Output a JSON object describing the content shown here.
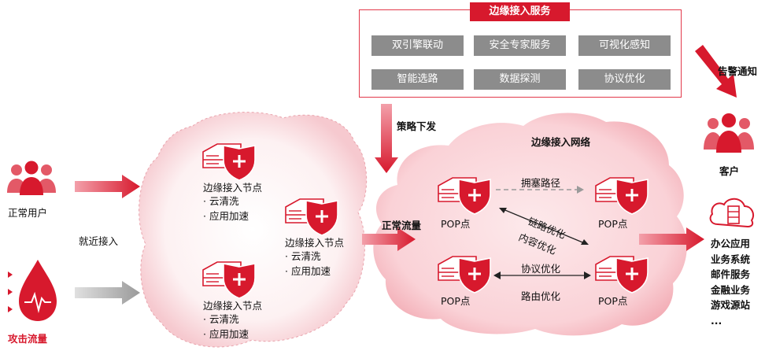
{
  "service_box": {
    "title": "边缘接入服务",
    "tags": [
      "双引擎联动",
      "安全专家服务",
      "可视化感知",
      "智能选路",
      "数据探测",
      "协议优化"
    ]
  },
  "left": {
    "normal_users": "正常用户",
    "attack_traffic": "攻击流量",
    "nearby_access": "就近接入"
  },
  "edge_nodes": {
    "title": "边缘接入节点",
    "items": [
      "· 云清洗",
      "· 应用加速"
    ]
  },
  "flow": {
    "normal_traffic": "正常流量",
    "strategy": "策略下发",
    "alert": "告警通知"
  },
  "network": {
    "title": "边缘接入网络",
    "pop": "POP点",
    "congested_path": "拥塞路径",
    "link_opt": "链路优化",
    "content_opt": "内容优化",
    "protocol_opt": "协议优化",
    "route_opt": "路由优化"
  },
  "right": {
    "customer": "客户",
    "business": [
      "办公应用",
      "业务系统",
      "邮件服务",
      "金融业务",
      "游戏源站",
      "..."
    ]
  },
  "colors": {
    "accent": "#d7192d",
    "gray_tag": "#8c8c8c",
    "cloud_fill": "#fbe3e6"
  }
}
